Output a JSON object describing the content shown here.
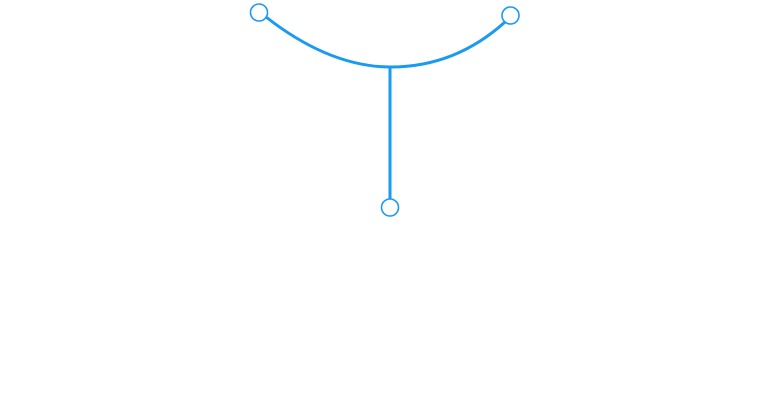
{
  "shape": {
    "name": "arc-with-stem",
    "stroke_color": "#1a9af0",
    "handle_fill": "#ffffff",
    "handle_stroke": "#1a9af0"
  },
  "handles": [
    {
      "name": "left-arc-endpoint-handle"
    },
    {
      "name": "right-arc-endpoint-handle"
    },
    {
      "name": "stem-endpoint-handle"
    }
  ]
}
